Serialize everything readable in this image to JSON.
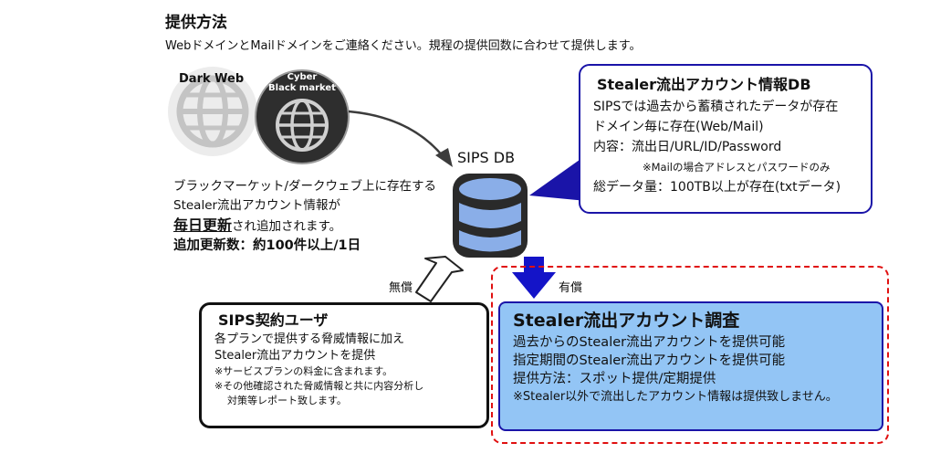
{
  "header": {
    "title": "提供方法",
    "subtitle": "WebドメインとMailドメインをご連絡ください。規程の提供回数に合わせて提供します。"
  },
  "sources": {
    "dark_web_label": "Dark Web",
    "cyber_label_line1": "Cyber",
    "cyber_label_line2": "Black market"
  },
  "description": {
    "line1": "ブラックマーケット/ダークウェブ上に存在する",
    "line2": "Stealer流出アカウント情報が",
    "line3_highlight": "毎日更新",
    "line3_rest": "され追加されます。",
    "line4": "追加更新数：約100件以上/1日"
  },
  "database": {
    "label": "SIPS DB"
  },
  "callout": {
    "title": "Stealer流出アカウント情報DB",
    "lines": [
      "SIPSでは過去から蓄積されたデータが存在",
      "ドメイン毎に存在(Web/Mail)",
      "内容：流出日/URL/ID/Password"
    ],
    "note": "※Mailの場合アドレスとパスワードのみ",
    "total": "総データ量：100TB以上が存在(txtデータ)"
  },
  "labels": {
    "free": "無償",
    "paid": "有償"
  },
  "user_box": {
    "title": "SIPS契約ユーザ",
    "line1": "各プランで提供する脅威情報に加え",
    "line2": "Stealer流出アカウントを提供",
    "note1": "※サービスプランの料金に含まれます。",
    "note2a": "※その他確認された脅威情報と共に内容分析し",
    "note2b": "対策等レポート致します。"
  },
  "paid_box": {
    "title": "Stealer流出アカウント調査",
    "line1": "過去からのStealer流出アカウントを提供可能",
    "line2": "指定期間のStealer流出アカウントを提供可能",
    "line3": "提供方法：スポット提供/定期提供",
    "note": "※Stealer以外で流出したアカウント情報は提供致しません。"
  },
  "colors": {
    "navy_border": "#1a14a8",
    "paid_fill": "#93c5f5",
    "dashed_red": "#e01010",
    "db_fill": "#8aaee8",
    "db_dark": "#2a2a2a",
    "arrow_blue": "#1414c8"
  }
}
